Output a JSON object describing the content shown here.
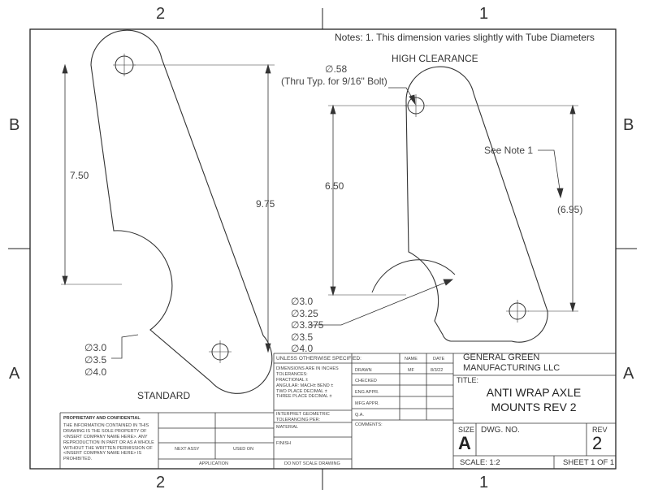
{
  "zones": {
    "top": [
      "2",
      "1"
    ],
    "bottom": [
      "2",
      "1"
    ],
    "left": [
      "B",
      "A"
    ],
    "right": [
      "B",
      "A"
    ]
  },
  "notes": "Notes: 1. This dimension varies slightly with Tube Diameters",
  "standard": {
    "label": "STANDARD",
    "dim_7_50": "7.50",
    "dim_9_75": "9.75",
    "diam_callouts": [
      "∅3.0",
      "∅3.5",
      "∅4.0"
    ]
  },
  "high_clearance": {
    "label": "HIGH CLEARANCE",
    "hole_callout_line1": "∅.58",
    "hole_callout_line2": "(Thru Typ. for 9/16\" Bolt)",
    "dim_6_50": "6.50",
    "see_note": "See Note 1",
    "dim_6_95": "(6.95)",
    "diam_callouts": [
      "∅3.0",
      "∅3.25",
      "∅3.375",
      "∅3.5",
      "∅4.0"
    ]
  },
  "title_block": {
    "unless_specified": "UNLESS OTHERWISE SPECIFIED:",
    "dims_text": [
      "DIMENSIONS ARE IN INCHES",
      "TOLERANCES:",
      "FRACTIONAL ±",
      "ANGULAR: MACH±    BEND ±",
      "TWO PLACE DECIMAL   ±",
      "THREE PLACE DECIMAL  ±"
    ],
    "interpret": [
      "INTERPRET GEOMETRIC",
      "TOLERANCING PER:"
    ],
    "material": "MATERIAL",
    "finish": "FINISH",
    "do_not_scale": "DO NOT SCALE DRAWING",
    "next_assy": "NEXT ASSY",
    "used_on": "USED ON",
    "application": "APPLICATION",
    "name_hdr": "NAME",
    "date_hdr": "DATE",
    "rows": [
      {
        "label": "DRAWN",
        "name": "MF",
        "date": "8/3/22"
      },
      {
        "label": "CHECKED",
        "name": "",
        "date": ""
      },
      {
        "label": "ENG APPR.",
        "name": "",
        "date": ""
      },
      {
        "label": "MFG APPR.",
        "name": "",
        "date": ""
      },
      {
        "label": "Q.A.",
        "name": "",
        "date": ""
      }
    ],
    "comments": "COMMENTS:",
    "company_line1": "GENERAL GREEN",
    "company_line2": "MANUFACTURING LLC",
    "title_label": "TITLE:",
    "title_line1": "ANTI WRAP AXLE",
    "title_line2": "MOUNTS REV 2",
    "size_label": "SIZE",
    "size_value": "A",
    "dwg_no_label": "DWG.  NO.",
    "rev_label": "REV",
    "rev_value": "2",
    "scale": "SCALE: 1:2",
    "sheet": "SHEET 1 OF 1",
    "proprietary_title": "PROPRIETARY AND CONFIDENTIAL",
    "proprietary_text": [
      "THE INFORMATION CONTAINED IN THIS",
      "DRAWING IS THE SOLE PROPERTY OF",
      "<INSERT COMPANY NAME HERE>.  ANY",
      "REPRODUCTION IN PART OR AS A WHOLE",
      "WITHOUT THE WRITTEN PERMISSION OF",
      "<INSERT COMPANY NAME HERE> IS",
      "PROHIBITED."
    ]
  }
}
